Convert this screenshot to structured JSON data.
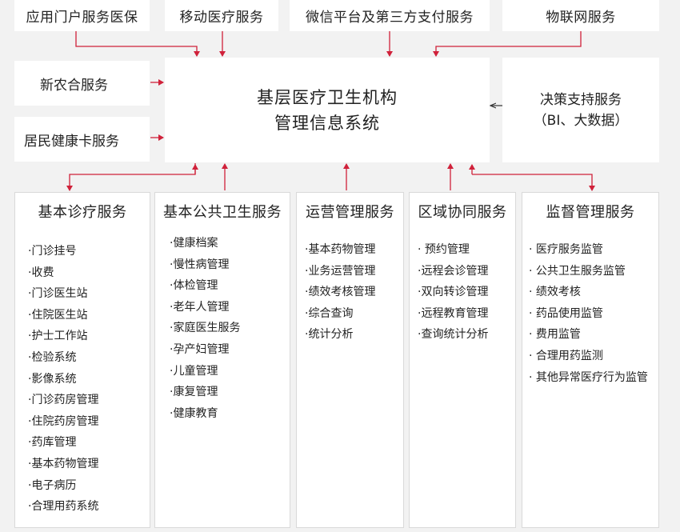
{
  "colors": {
    "background": "#f2f2f2",
    "box": "#ffffff",
    "arrow": "#d0213a",
    "arrow_dark": "#333333"
  },
  "top": [
    {
      "label": "应用门户服务医保"
    },
    {
      "label": "移动医疗服务"
    },
    {
      "label": "微信平台及第三方支付服务"
    },
    {
      "label": "物联网服务"
    }
  ],
  "left": [
    {
      "label": "新农合服务"
    },
    {
      "label": "居民健康卡服务"
    }
  ],
  "center": {
    "line1": "基层医疗卫生机构",
    "line2": "管理信息系统"
  },
  "right": {
    "line1": "决策支持服务",
    "line2": "（BI、大数据）"
  },
  "columns": [
    {
      "title": "基本诊疗服务",
      "items": [
        "·门诊挂号",
        "·收费",
        "·门诊医生站",
        "·住院医生站",
        "·护士工作站",
        "·检验系统",
        "·影像系统",
        "·门诊药房管理",
        "·住院药房管理",
        "·药库管理",
        "·基本药物管理",
        "·电子病历",
        "·合理用药系统"
      ]
    },
    {
      "title": "基本公共卫生服务",
      "items": [
        "·健康档案",
        "·慢性病管理",
        "·体检管理",
        "·老年人管理",
        "·家庭医生服务",
        "·孕产妇管理",
        "·儿童管理",
        "·康复管理",
        "·健康教育"
      ]
    },
    {
      "title": "运营管理服务",
      "items": [
        "·基本药物管理",
        "·业务运营管理",
        "·绩效考核管理",
        "·综合查询",
        "·统计分析"
      ]
    },
    {
      "title": "区域协同服务",
      "items": [
        "· 预约管理",
        "·远程会诊管理",
        "·双向转诊管理",
        "·远程教育管理",
        "·查询统计分析"
      ]
    },
    {
      "title": "监督管理服务",
      "items": [
        "· 医疗服务监管",
        "· 公共卫生服务监管",
        "· 绩效考核",
        "· 药品使用监管",
        "· 费用监管",
        "· 合理用药监测",
        "· 其他异常医疗行为监管"
      ]
    }
  ]
}
